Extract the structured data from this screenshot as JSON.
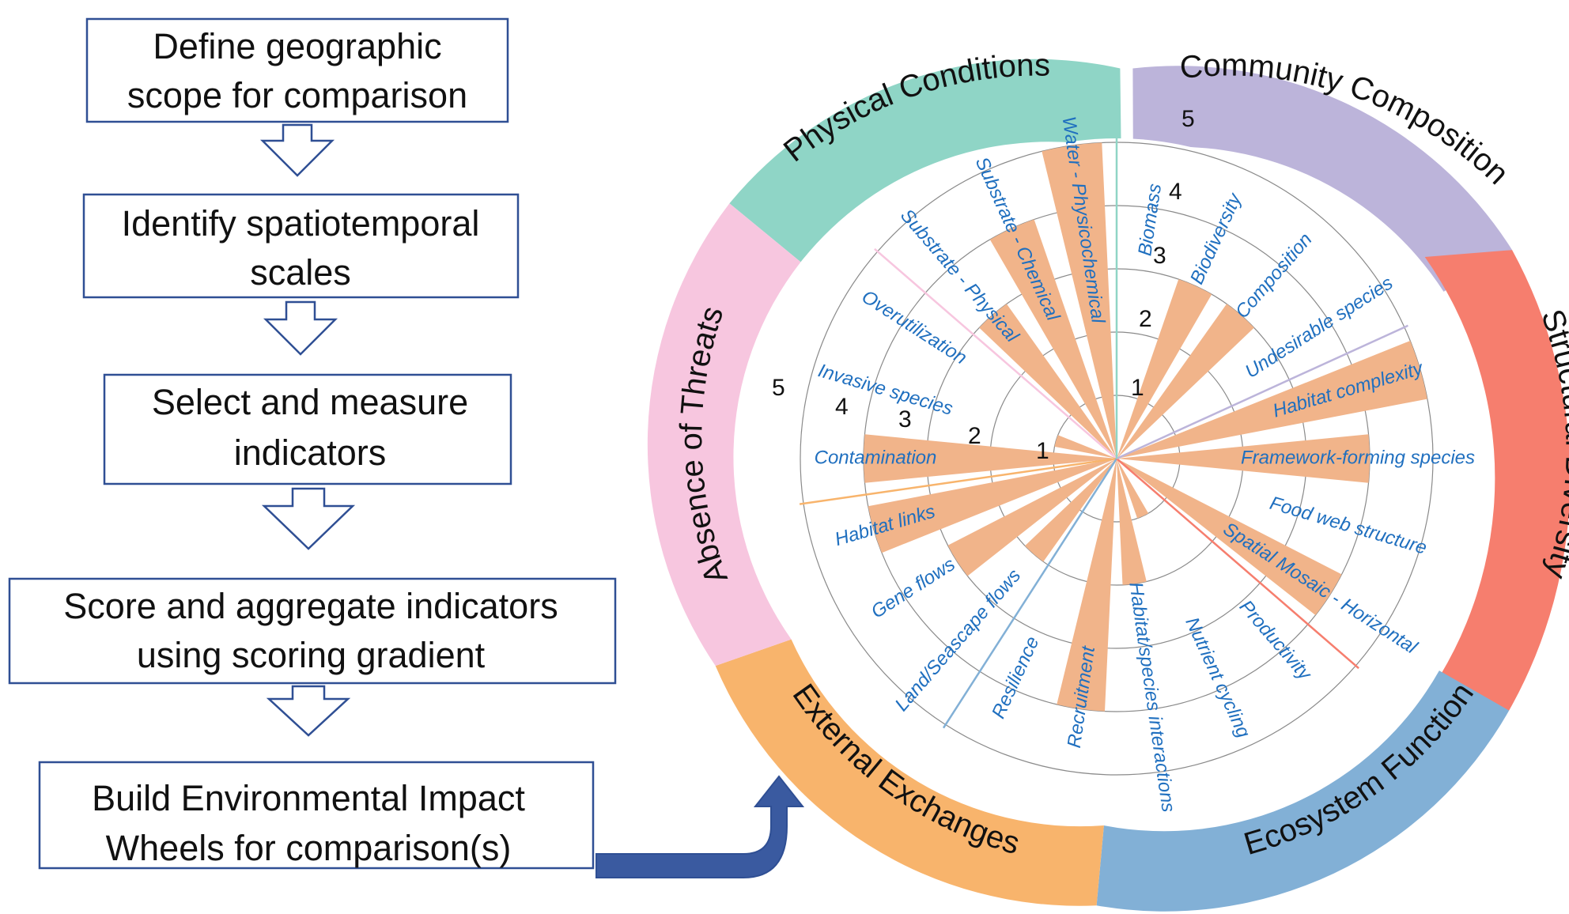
{
  "flowchart": {
    "steps": [
      {
        "lines": [
          "Define geographic",
          "scope for comparison"
        ]
      },
      {
        "lines": [
          "Identify spatiotemporal",
          "scales"
        ]
      },
      {
        "lines": [
          "Select and measure",
          "indicators"
        ]
      },
      {
        "lines": [
          "Score and aggregate indicators",
          "using scoring gradient"
        ]
      },
      {
        "lines": [
          "Build Environmental Impact",
          "Wheels for comparison(s)"
        ]
      }
    ],
    "colors": {
      "box_border": "#2f4f94",
      "arrow_outline": "#2f4f94",
      "connector": "#3a5aa0"
    }
  },
  "wheel": {
    "categories": [
      {
        "name": "Physical Conditions",
        "color": "#8fd5c6"
      },
      {
        "name": "Community Composition",
        "color": "#bcb4da"
      },
      {
        "name": "Structural Diversity",
        "color": "#f67e6e"
      },
      {
        "name": "Ecosystem Function",
        "color": "#82b0d6"
      },
      {
        "name": "External Exchanges",
        "color": "#f8b46c"
      },
      {
        "name": "Absence of Threats",
        "color": "#f7c6df"
      }
    ],
    "indicators": [
      {
        "label": "Water - Physicochemical",
        "category": "Physical Conditions",
        "score": 5
      },
      {
        "label": "Substrate - Chemical",
        "category": "Physical Conditions",
        "score": 4
      },
      {
        "label": "Substrate - Physical",
        "category": "Physical Conditions",
        "score": 3
      },
      {
        "label": "Overutilization",
        "category": "Absence of Threats",
        "score": 0
      },
      {
        "label": "Invasive species",
        "category": "Absence of Threats",
        "score": 1
      },
      {
        "label": "Contamination",
        "category": "Absence of Threats",
        "score": 4
      },
      {
        "label": "Habitat links",
        "category": "External Exchanges",
        "score": 4
      },
      {
        "label": "Gene flows",
        "category": "External Exchanges",
        "score": 3
      },
      {
        "label": "Land/Seascape flows",
        "category": "External Exchanges",
        "score": 2
      },
      {
        "label": "Resilience",
        "category": "Ecosystem Function",
        "score": 0
      },
      {
        "label": "Recruitment",
        "category": "Ecosystem Function",
        "score": 4
      },
      {
        "label": "Habitat/species interactions",
        "category": "Ecosystem Function",
        "score": 2
      },
      {
        "label": "Nutrient cycling",
        "category": "Ecosystem Function",
        "score": 1
      },
      {
        "label": "Productivity",
        "category": "Ecosystem Function",
        "score": 0
      },
      {
        "label": "Spatial Mosaic - Horizontal",
        "category": "Structural Diversity",
        "score": 4
      },
      {
        "label": "Food web structure",
        "category": "Structural Diversity",
        "score": 0
      },
      {
        "label": "Framework-forming species",
        "category": "Structural Diversity",
        "score": 4
      },
      {
        "label": "Habitat complexity",
        "category": "Structural Diversity",
        "score": 5
      },
      {
        "label": "Undesirable species",
        "category": "Community Composition",
        "score": 0
      },
      {
        "label": "Composition",
        "category": "Community Composition",
        "score": 3
      },
      {
        "label": "Biodiversity",
        "category": "Community Composition",
        "score": 3
      },
      {
        "label": "Biomass",
        "category": "Community Composition",
        "score": 0
      }
    ],
    "scale_labels": [
      "1",
      "2",
      "3",
      "4",
      "5"
    ],
    "colors": {
      "bar": "#f1b48a",
      "ring": "#888888",
      "label": "#1f6fbf"
    }
  }
}
